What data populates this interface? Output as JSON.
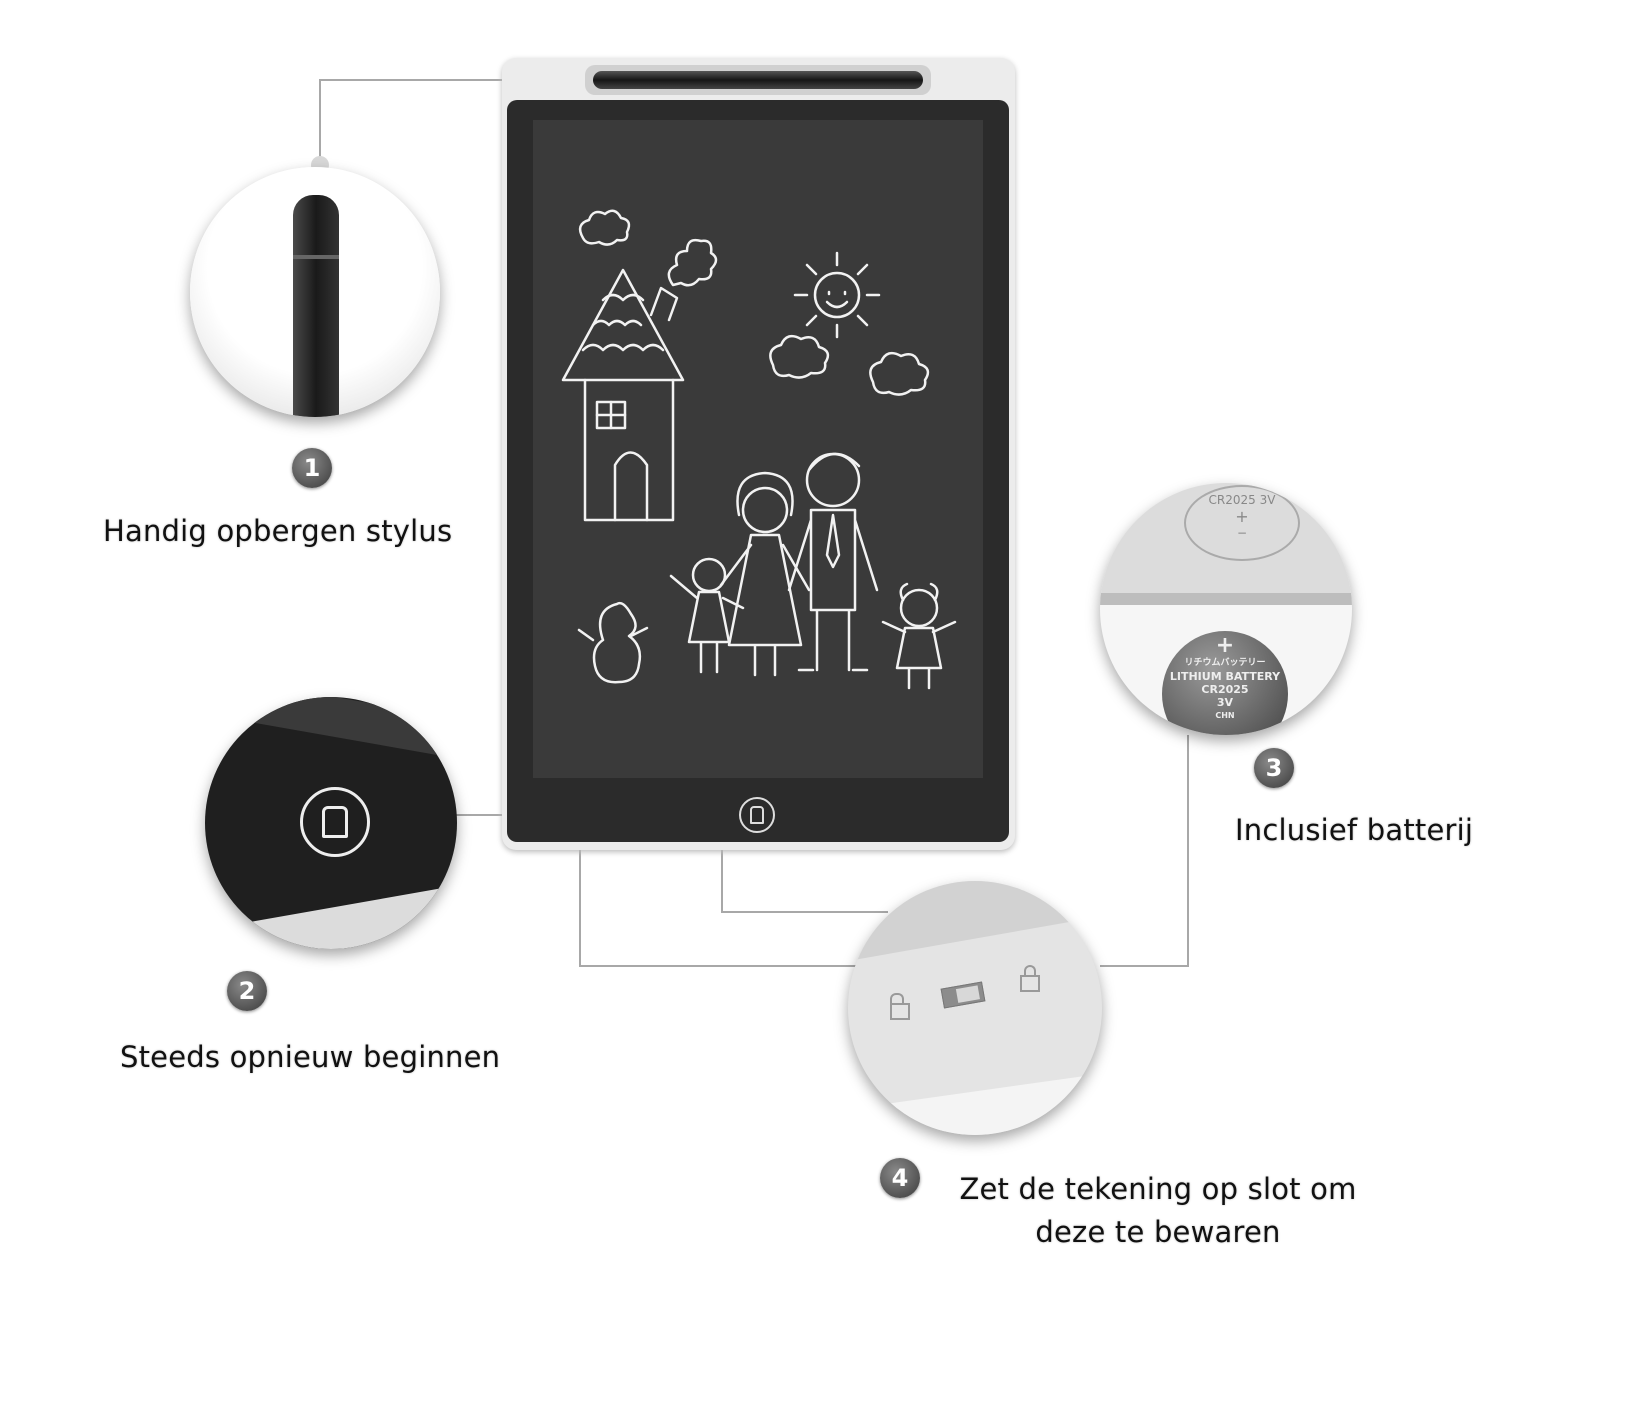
{
  "features": [
    {
      "number": "1",
      "label": "Handig opbergen stylus"
    },
    {
      "number": "2",
      "label": "Steeds opnieuw beginnen"
    },
    {
      "number": "3",
      "label": "Inclusief batterij"
    },
    {
      "number": "4",
      "label_line1": "Zet de tekening op slot om",
      "label_line2": "deze te bewaren"
    }
  ],
  "battery": {
    "holder_text": "CR2025 3V",
    "plus": "+",
    "minus": "−",
    "coin_jp": "リチウムバッテリー",
    "coin_line1": "LITHIUM BATTERY",
    "coin_line2": "CR2025",
    "coin_line3": "3V",
    "coin_line4": "CHN"
  },
  "icons": [
    "eraser-button-icon",
    "unlock-icon",
    "lock-icon",
    "lock-switch-icon"
  ],
  "colors": {
    "screen": "#2f2f2f",
    "frame": "#e9e9e9",
    "line": "#a8a8a8",
    "badge": "#4a4a4a"
  }
}
